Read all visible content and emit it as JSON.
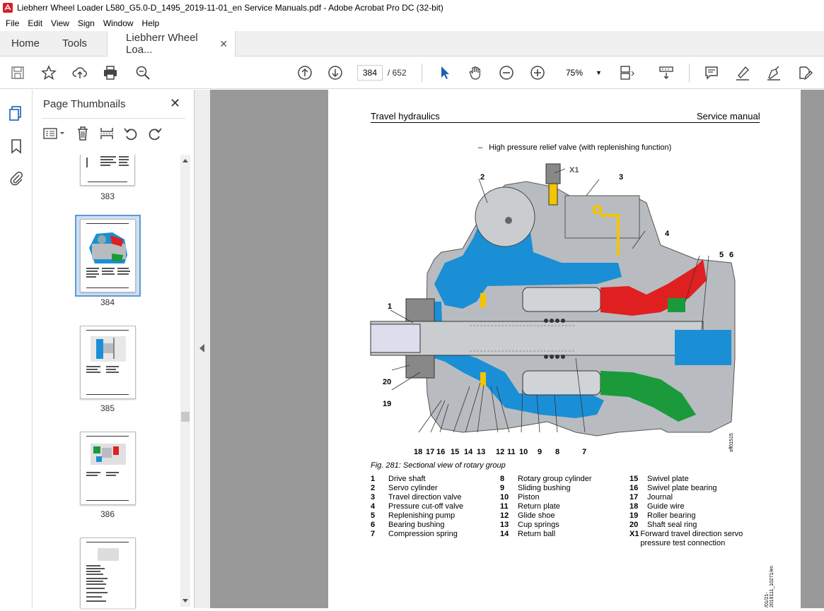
{
  "window": {
    "title": "Liebherr Wheel Loader L580_G5.0-D_1495_2019-11-01_en Service Manuals.pdf - Adobe Acrobat Pro DC (32-bit)"
  },
  "menu": [
    "File",
    "Edit",
    "View",
    "Sign",
    "Window",
    "Help"
  ],
  "tabs": {
    "home": "Home",
    "tools": "Tools",
    "doc": "Liebherr Wheel Loa..."
  },
  "toolbar": {
    "page_current": "384",
    "page_total": "/ 652",
    "zoom": "75%"
  },
  "thumbnails": {
    "header": "Page Thumbnails",
    "pages": [
      "383",
      "384",
      "385",
      "386"
    ]
  },
  "document": {
    "header_left": "Travel hydraulics",
    "header_right": "Service manual",
    "bullet": "High pressure relief valve (with replenishing function)",
    "caption": "Fig. 281: Sectional view of rotary group",
    "callouts_top": [
      "2",
      "X1",
      "3",
      "4",
      "5",
      "6",
      "1",
      "20",
      "19"
    ],
    "callouts_bottom": [
      "18",
      "17",
      "16",
      "15",
      "14",
      "13",
      "12",
      "11",
      "10",
      "9",
      "8",
      "7"
    ],
    "side_code": "sff01515",
    "footer_code": "/01/21-2019111_10271/en",
    "legend_col1": [
      {
        "n": "1",
        "t": "Drive shaft"
      },
      {
        "n": "2",
        "t": "Servo cylinder"
      },
      {
        "n": "3",
        "t": "Travel direction valve"
      },
      {
        "n": "4",
        "t": "Pressure cut-off valve"
      },
      {
        "n": "5",
        "t": "Replenishing pump"
      },
      {
        "n": "6",
        "t": "Bearing bushing"
      },
      {
        "n": "7",
        "t": "Compression spring"
      }
    ],
    "legend_col2": [
      {
        "n": "8",
        "t": "Rotary group cylinder"
      },
      {
        "n": "9",
        "t": "Sliding bushing"
      },
      {
        "n": "10",
        "t": "Piston"
      },
      {
        "n": "11",
        "t": "Return plate"
      },
      {
        "n": "12",
        "t": "Glide shoe"
      },
      {
        "n": "13",
        "t": "Cup springs"
      },
      {
        "n": "14",
        "t": "Return ball"
      }
    ],
    "legend_col3": [
      {
        "n": "15",
        "t": "Swivel plate"
      },
      {
        "n": "16",
        "t": "Swivel plate bearing"
      },
      {
        "n": "17",
        "t": "Journal"
      },
      {
        "n": "18",
        "t": "Guide wire"
      },
      {
        "n": "19",
        "t": "Roller bearing"
      },
      {
        "n": "20",
        "t": "Shaft seal ring"
      },
      {
        "n": "X1",
        "t": "Forward travel direction servo pressure test connection"
      }
    ]
  },
  "colors": {
    "hydraulic_blue": "#1a8fd6",
    "red": "#e02020",
    "green": "#1a9a3a",
    "yellow": "#f5c400",
    "gray": "#b8bcc0"
  }
}
